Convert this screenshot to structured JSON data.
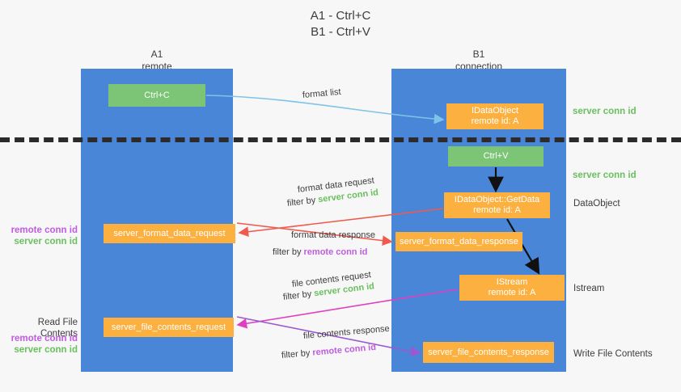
{
  "title": {
    "line1": "A1 - Ctrl+C",
    "line2": "B1 - Ctrl+V"
  },
  "columns": [
    {
      "name": "A1",
      "sub": "remote"
    },
    {
      "name": "B1",
      "sub": "connection"
    }
  ],
  "boxes": {
    "ctrl_c": {
      "line1": "Ctrl+C",
      "color": "#7cc576"
    },
    "idataobject": {
      "line1": "IDataObject",
      "line2": "remote id: A",
      "color": "#fbb040"
    },
    "ctrl_v": {
      "line1": "Ctrl+V",
      "color": "#7cc576"
    },
    "getdata": {
      "line1": "IDataObject::GetData",
      "line2": "remote id: A",
      "color": "#fbb040"
    },
    "format_data_request": {
      "line1": "server_format_data_request",
      "color": "#fbb040"
    },
    "format_data_response": {
      "line1": "server_format_data_response",
      "color": "#fbb040"
    },
    "istream": {
      "line1": "IStream",
      "line2": "remote id: A",
      "color": "#fbb040"
    },
    "file_contents_request": {
      "line1": "server_file_contents_request",
      "color": "#fbb040"
    },
    "file_contents_response": {
      "line1": "server_file_contents_response",
      "color": "#fbb040"
    }
  },
  "captions": {
    "format_list": "format list",
    "format_data_request": "format data request",
    "format_data_request_filter_pre": "filter by ",
    "format_data_request_filter_key": "server conn id",
    "format_data_response": "format data response",
    "format_data_response_filter_pre": "filter by ",
    "format_data_response_filter_key": "remote conn id",
    "file_contents_request": "file contents request",
    "file_contents_request_filter_pre": "filter by ",
    "file_contents_request_filter_key": "server conn id",
    "file_contents_response": "file contents response",
    "file_contents_response_filter_pre": "filter by ",
    "file_contents_response_filter_key": "remote conn id"
  },
  "right_labels": {
    "server_conn_id_1": "server conn id",
    "server_conn_id_2": "server conn id",
    "dataobject": "DataObject",
    "istream": "Istream",
    "write_file_contents": "Write File Contents"
  },
  "left_labels": {
    "remote_conn_id_1": "remote conn id",
    "server_conn_id_1": "server conn id",
    "read_file_contents": "Read File Contents",
    "remote_conn_id_2": "remote conn id",
    "server_conn_id_2": "server conn id"
  },
  "colors": {
    "lane": "#4a86d8",
    "orange": "#fbb040",
    "green_box": "#7cc576",
    "green_text": "#6abf5e",
    "purple_text": "#c05ce0",
    "arrow_blue": "#7ec4e8",
    "arrow_red": "#ef5a4c",
    "arrow_magenta": "#e040c0",
    "arrow_purple": "#9b59d0",
    "arrow_black": "#111111",
    "background": "#f7f7f7",
    "divider": "#2b2b2b"
  }
}
